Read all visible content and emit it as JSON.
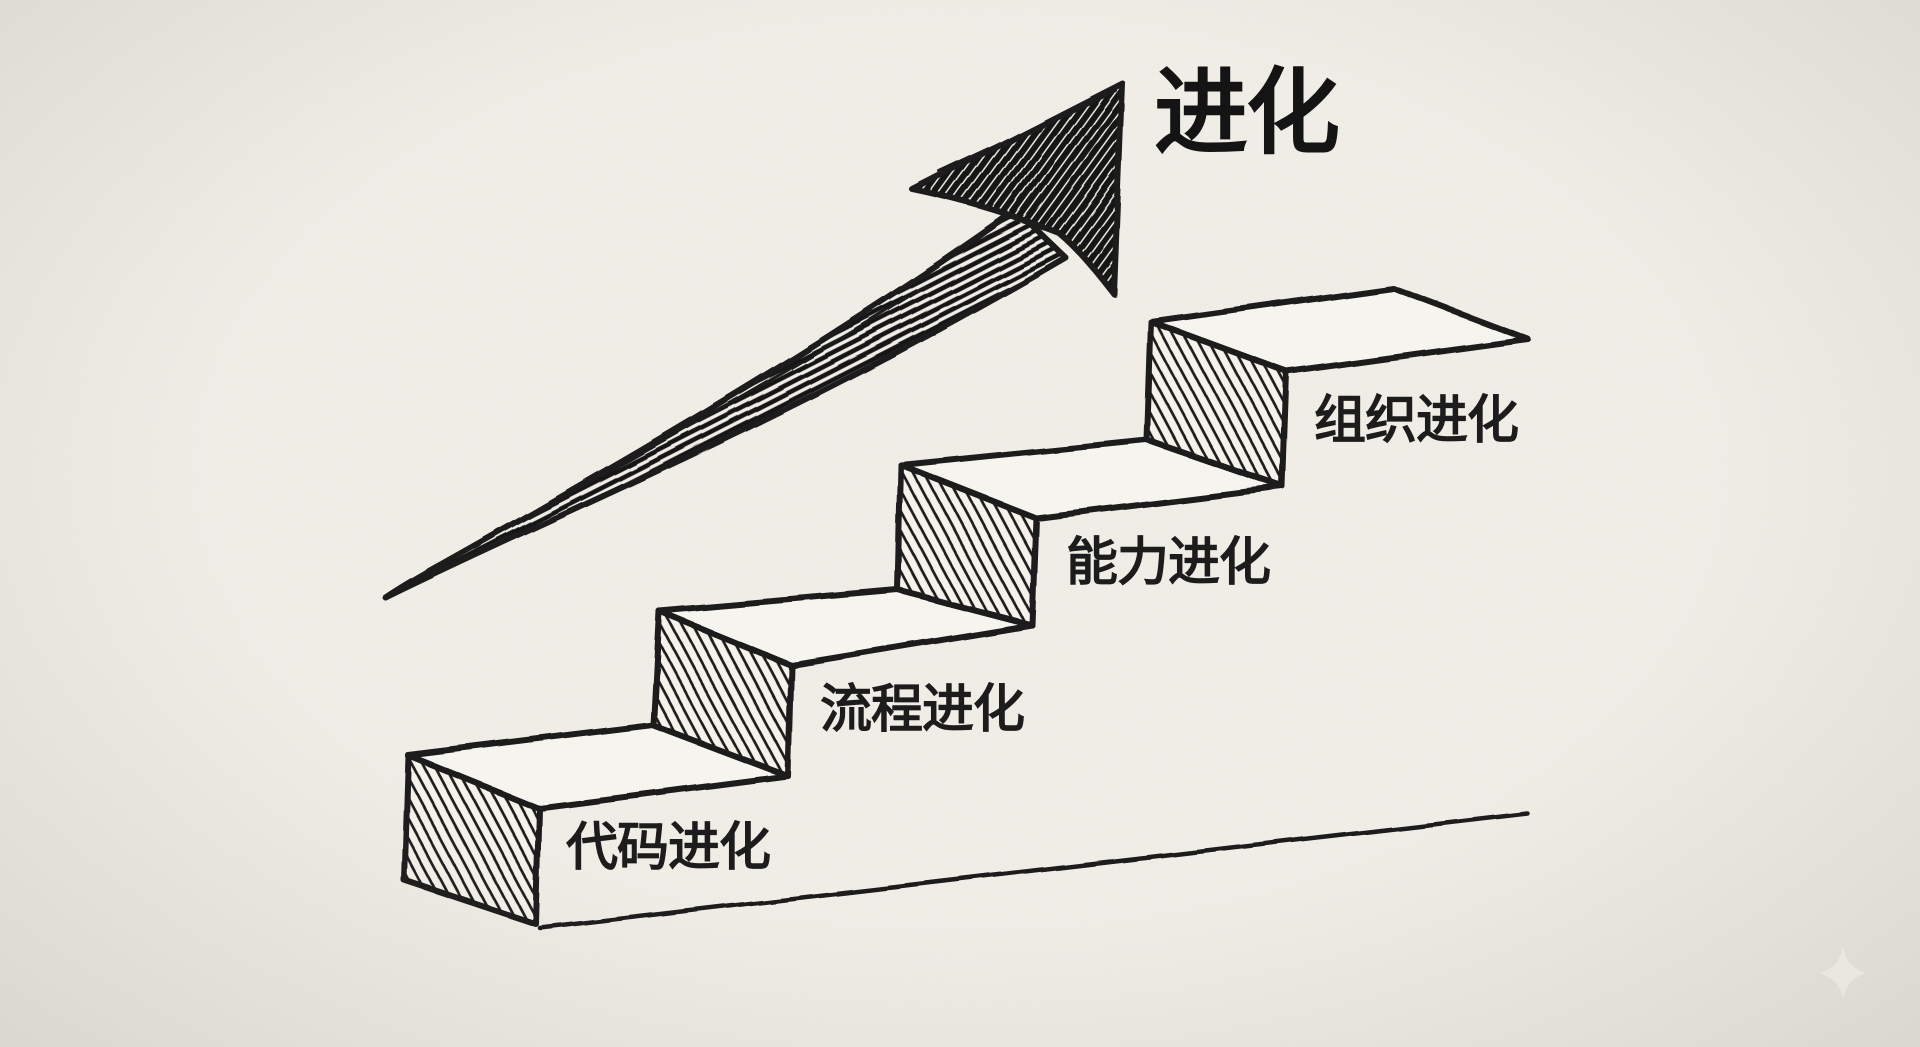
{
  "diagram": {
    "title": "进化",
    "steps": [
      {
        "id": 1,
        "label": "代码进化"
      },
      {
        "id": 2,
        "label": "流程进化"
      },
      {
        "id": 3,
        "label": "能力进化"
      },
      {
        "id": 4,
        "label": "组织进化"
      }
    ],
    "icons": [
      {
        "name": "growth-arrow-icon",
        "description": "hand-drawn curved arrow rising to upper right"
      },
      {
        "name": "sparkle-icon",
        "description": "faint four-point star watermark, bottom right"
      }
    ],
    "colors": {
      "background": "#f0eee7",
      "ink": "#1b1b1b",
      "tread_fill": "#f6f4ee",
      "text": "#1c1c1c",
      "sparkle": "#fcfbf4"
    }
  }
}
